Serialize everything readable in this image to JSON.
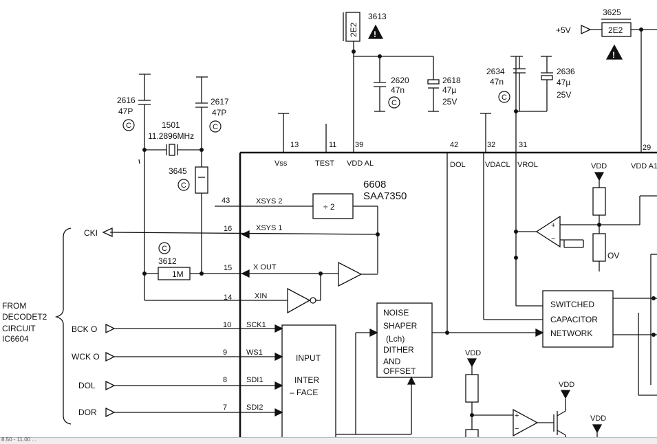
{
  "ic": {
    "id": "6608",
    "type": "SAA7350",
    "pins": {
      "p13": "13",
      "p11": "11",
      "p39": "39",
      "p42": "42",
      "p32": "32",
      "p31": "31",
      "p29": "29",
      "p43": "43",
      "p16": "16",
      "p15": "15",
      "p14": "14",
      "p10": "10",
      "p9": "9",
      "p8": "8",
      "p7": "7"
    },
    "pin_names": {
      "vss": "Vss",
      "test": "TEST",
      "vddal": "VDD AL",
      "dol": "DOL",
      "vddcl": "VDACL",
      "vrol": "VROL",
      "vddar": "VDD A1",
      "xsys2": "XSYS 2",
      "xsys1": "XSYS 1",
      "xout": "X OUT",
      "xin": "XIN",
      "scki": "SCK1",
      "wsi": "WS1",
      "sdi1": "SDI1",
      "sdi2": "SDI2"
    },
    "blocks": {
      "divider": "÷ 2",
      "input_l1": "INPUT",
      "input_l2": "INTER",
      "input_l3": "– FACE",
      "noise_l1": "NOISE",
      "noise_l2": "SHAPER",
      "noise_l3": "(Lch)",
      "noise_l4": "DITHER",
      "noise_l5": "AND",
      "noise_l6": "OFFSET",
      "sc_l1": "SWITCHED",
      "sc_l2": "CAPACITOR",
      "sc_l3": "NETWORK"
    }
  },
  "components": {
    "c2616": {
      "ref": "2616",
      "value": "47P"
    },
    "c2617": {
      "ref": "2617",
      "value": "47P"
    },
    "x1501": {
      "ref": "1501",
      "value": "11.2896MHz"
    },
    "r3645": {
      "ref": "3645"
    },
    "r3612": {
      "ref": "3612",
      "value": "1M"
    },
    "l3613": {
      "ref": "3613",
      "value": "2E2"
    },
    "c2620": {
      "ref": "2620",
      "value": "47n"
    },
    "c2618": {
      "ref": "2618",
      "value": "47µ",
      "voltage": "25V"
    },
    "c2634": {
      "ref": "2634",
      "value": "47n"
    },
    "c2636": {
      "ref": "2636",
      "value": "47µ",
      "voltage": "25V"
    },
    "l3625": {
      "ref": "3625",
      "value": "2E2"
    }
  },
  "markers": {
    "c_mark": "C",
    "warn_mark": "!"
  },
  "supply": {
    "plus5v": "+5V",
    "vdd": "VDD",
    "ov": "OV"
  },
  "signals": {
    "cki": "CKI",
    "bcko": "BCK O",
    "wcko": "WCK O",
    "dol": "DOL",
    "dor": "DOR"
  },
  "source_note": {
    "l1": "FROM",
    "l2": "DECODET2",
    "l3": "CIRCUIT",
    "l4": "IC6604"
  },
  "status_bar": {
    "text": "8.50 - 11.00 ..."
  }
}
